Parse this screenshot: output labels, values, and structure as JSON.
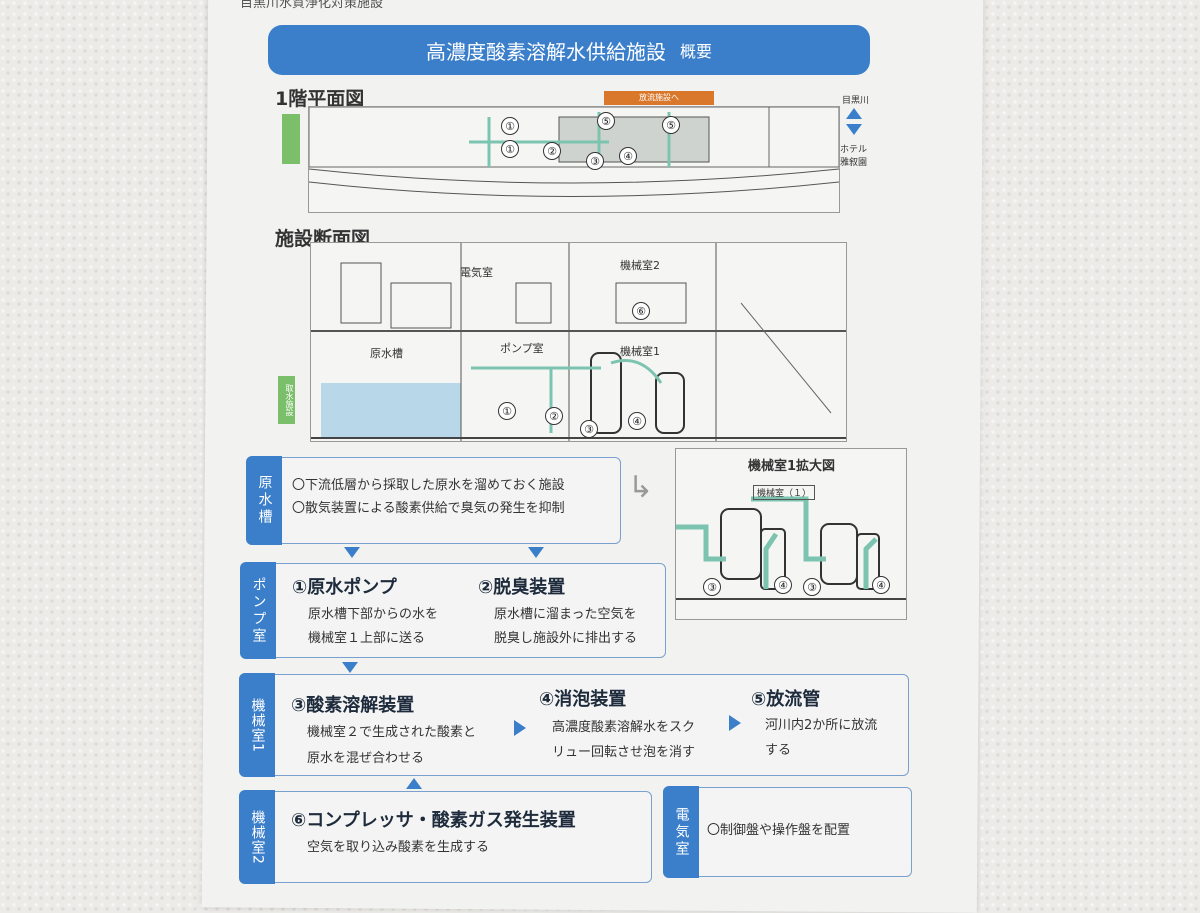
{
  "header_text": "目黒川水質浄化対策施設",
  "title": {
    "main": "高濃度酸素溶解水供給施設",
    "sub": "概要"
  },
  "plan": {
    "title": "1階平面図",
    "discharge_label": "放流施設へ",
    "river_label": "目黒川",
    "hotel_label": "ホテル雅叙園",
    "markers": [
      "①",
      "①",
      "②",
      "⑤",
      "⑤",
      "③",
      "④"
    ]
  },
  "section": {
    "title": "施設断面図",
    "rooms": {
      "electric": "電気室",
      "machine2": "機械室2",
      "raw_tank": "原水槽",
      "pump": "ポンプ室",
      "machine1": "機械室1"
    },
    "intake_label": "取水施設",
    "markers": [
      "⑥",
      "①",
      "②",
      "③",
      "④"
    ]
  },
  "magnified": {
    "title": "機械室1拡大図",
    "sub_label": "機械室（１）",
    "markers": [
      "③",
      "④",
      "③",
      "④"
    ]
  },
  "colors": {
    "accent": "#3b7fcb",
    "pipe": "#7cc4b0",
    "water": "#a9cfe6",
    "discharge": "#d9772b"
  },
  "boxes": {
    "raw_tank": {
      "tag": "原水槽",
      "lines": [
        "〇下流低層から採取した原水を溜めておく施設",
        "〇散気装置による酸素供給で臭気の発生を抑制"
      ]
    },
    "pump_room": {
      "tag": "ポンプ室",
      "items": [
        {
          "head": "①原水ポンプ",
          "lines": [
            "原水槽下部からの水を",
            "機械室１上部に送る"
          ]
        },
        {
          "head": "②脱臭装置",
          "lines": [
            "原水槽に溜まった空気を",
            "脱臭し施設外に排出する"
          ]
        }
      ]
    },
    "machine1": {
      "tag": "機械室1",
      "items": [
        {
          "head": "③酸素溶解装置",
          "lines": [
            "機械室２で生成された酸素と",
            "原水を混ぜ合わせる"
          ]
        },
        {
          "head": "④消泡装置",
          "lines": [
            "高濃度酸素溶解水をスク",
            "リュー回転させ泡を消す"
          ]
        },
        {
          "head": "⑤放流管",
          "lines": [
            "河川内2か所に放流",
            "する"
          ]
        }
      ]
    },
    "machine2": {
      "tag": "機械室2",
      "head": "⑥コンプレッサ・酸素ガス発生装置",
      "lines": [
        "空気を取り込み酸素を生成する"
      ]
    },
    "electric": {
      "tag": "電気室",
      "lines": [
        "〇制御盤や操作盤を配置"
      ]
    }
  }
}
